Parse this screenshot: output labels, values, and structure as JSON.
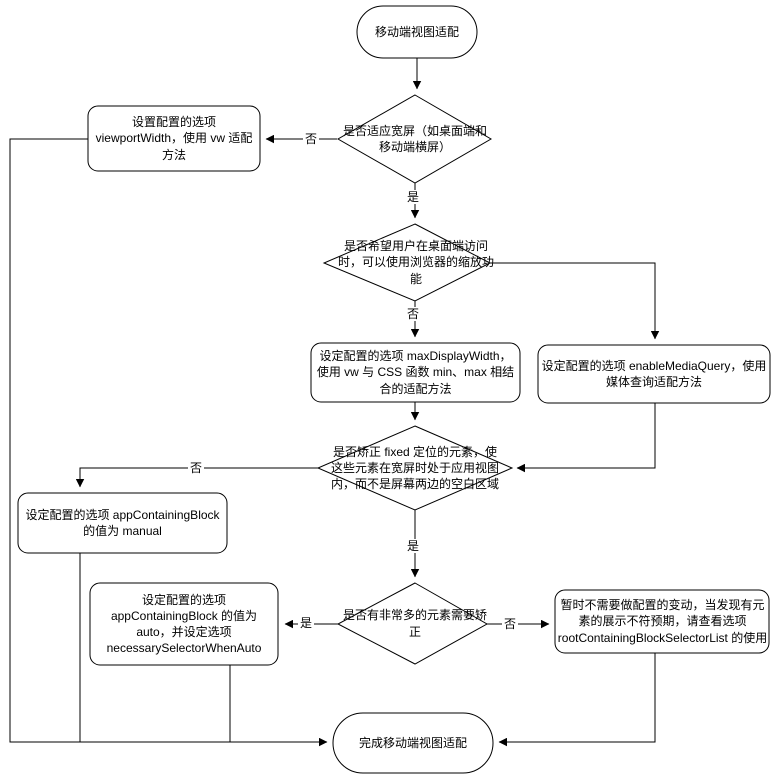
{
  "diagram": {
    "title": "移动端视图适配流程图",
    "colors": {
      "stroke": "#000000",
      "fill": "#ffffff",
      "text": "#000000"
    },
    "nodes": {
      "start": {
        "label": "移动端视图适配"
      },
      "d1": {
        "label": "是否适应宽屏（如桌面端和移动端横屏）"
      },
      "box_viewport_width": {
        "label": "设置配置的选项 viewportWidth，使用 vw 适配方法"
      },
      "d2": {
        "label": "是否希望用户在桌面端访问时，可以使用浏览器的缩放功能"
      },
      "box_max_display_width": {
        "label": "设定配置的选项 maxDisplayWidth，使用 vw 与 CSS 函数 min、max 相结合的适配方法"
      },
      "box_enable_media_query": {
        "label": "设定配置的选项 enableMediaQuery，使用媒体查询适配方法"
      },
      "d3": {
        "label": "是否矫正 fixed 定位的元素，使这些元素在宽屏时处于应用视图内，而不是屏幕两边的空白区域"
      },
      "box_app_containing_manual": {
        "label": "设定配置的选项 appContainingBlock 的值为 manual"
      },
      "d4": {
        "label": "是否有非常多的元素需要矫正"
      },
      "box_app_containing_auto": {
        "label": "设定配置的选项 appContainingBlock 的值为 auto，并设定选项 necessarySelectorWhenAuto"
      },
      "box_no_change": {
        "label": "暂时不需要做配置的变动，当发现有元素的展示不符预期，请查看选项 rootContainingBlockSelectorList 的使用"
      },
      "end": {
        "label": "完成移动端视图适配"
      }
    },
    "edge_labels": {
      "d1_no": "否",
      "d1_yes": "是",
      "d2_no": "否",
      "d3_no": "否",
      "d3_yes": "是",
      "d4_yes": "是",
      "d4_no": "否"
    }
  }
}
